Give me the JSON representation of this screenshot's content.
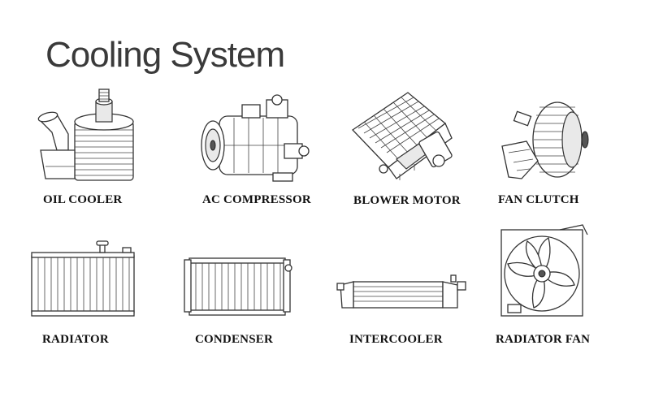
{
  "title": "Cooling System",
  "parts": [
    {
      "label": "OIL COOLER",
      "icon": "oil-cooler-icon"
    },
    {
      "label": "AC COMPRESSOR",
      "icon": "ac-compressor-icon"
    },
    {
      "label": "BLOWER MOTOR",
      "icon": "blower-motor-icon"
    },
    {
      "label": "FAN CLUTCH",
      "icon": "fan-clutch-icon"
    },
    {
      "label": "RADIATOR",
      "icon": "radiator-icon"
    },
    {
      "label": "CONDENSER",
      "icon": "condenser-icon"
    },
    {
      "label": "INTERCOOLER",
      "icon": "intercooler-icon"
    },
    {
      "label": "RADIATOR FAN",
      "icon": "radiator-fan-icon"
    }
  ]
}
